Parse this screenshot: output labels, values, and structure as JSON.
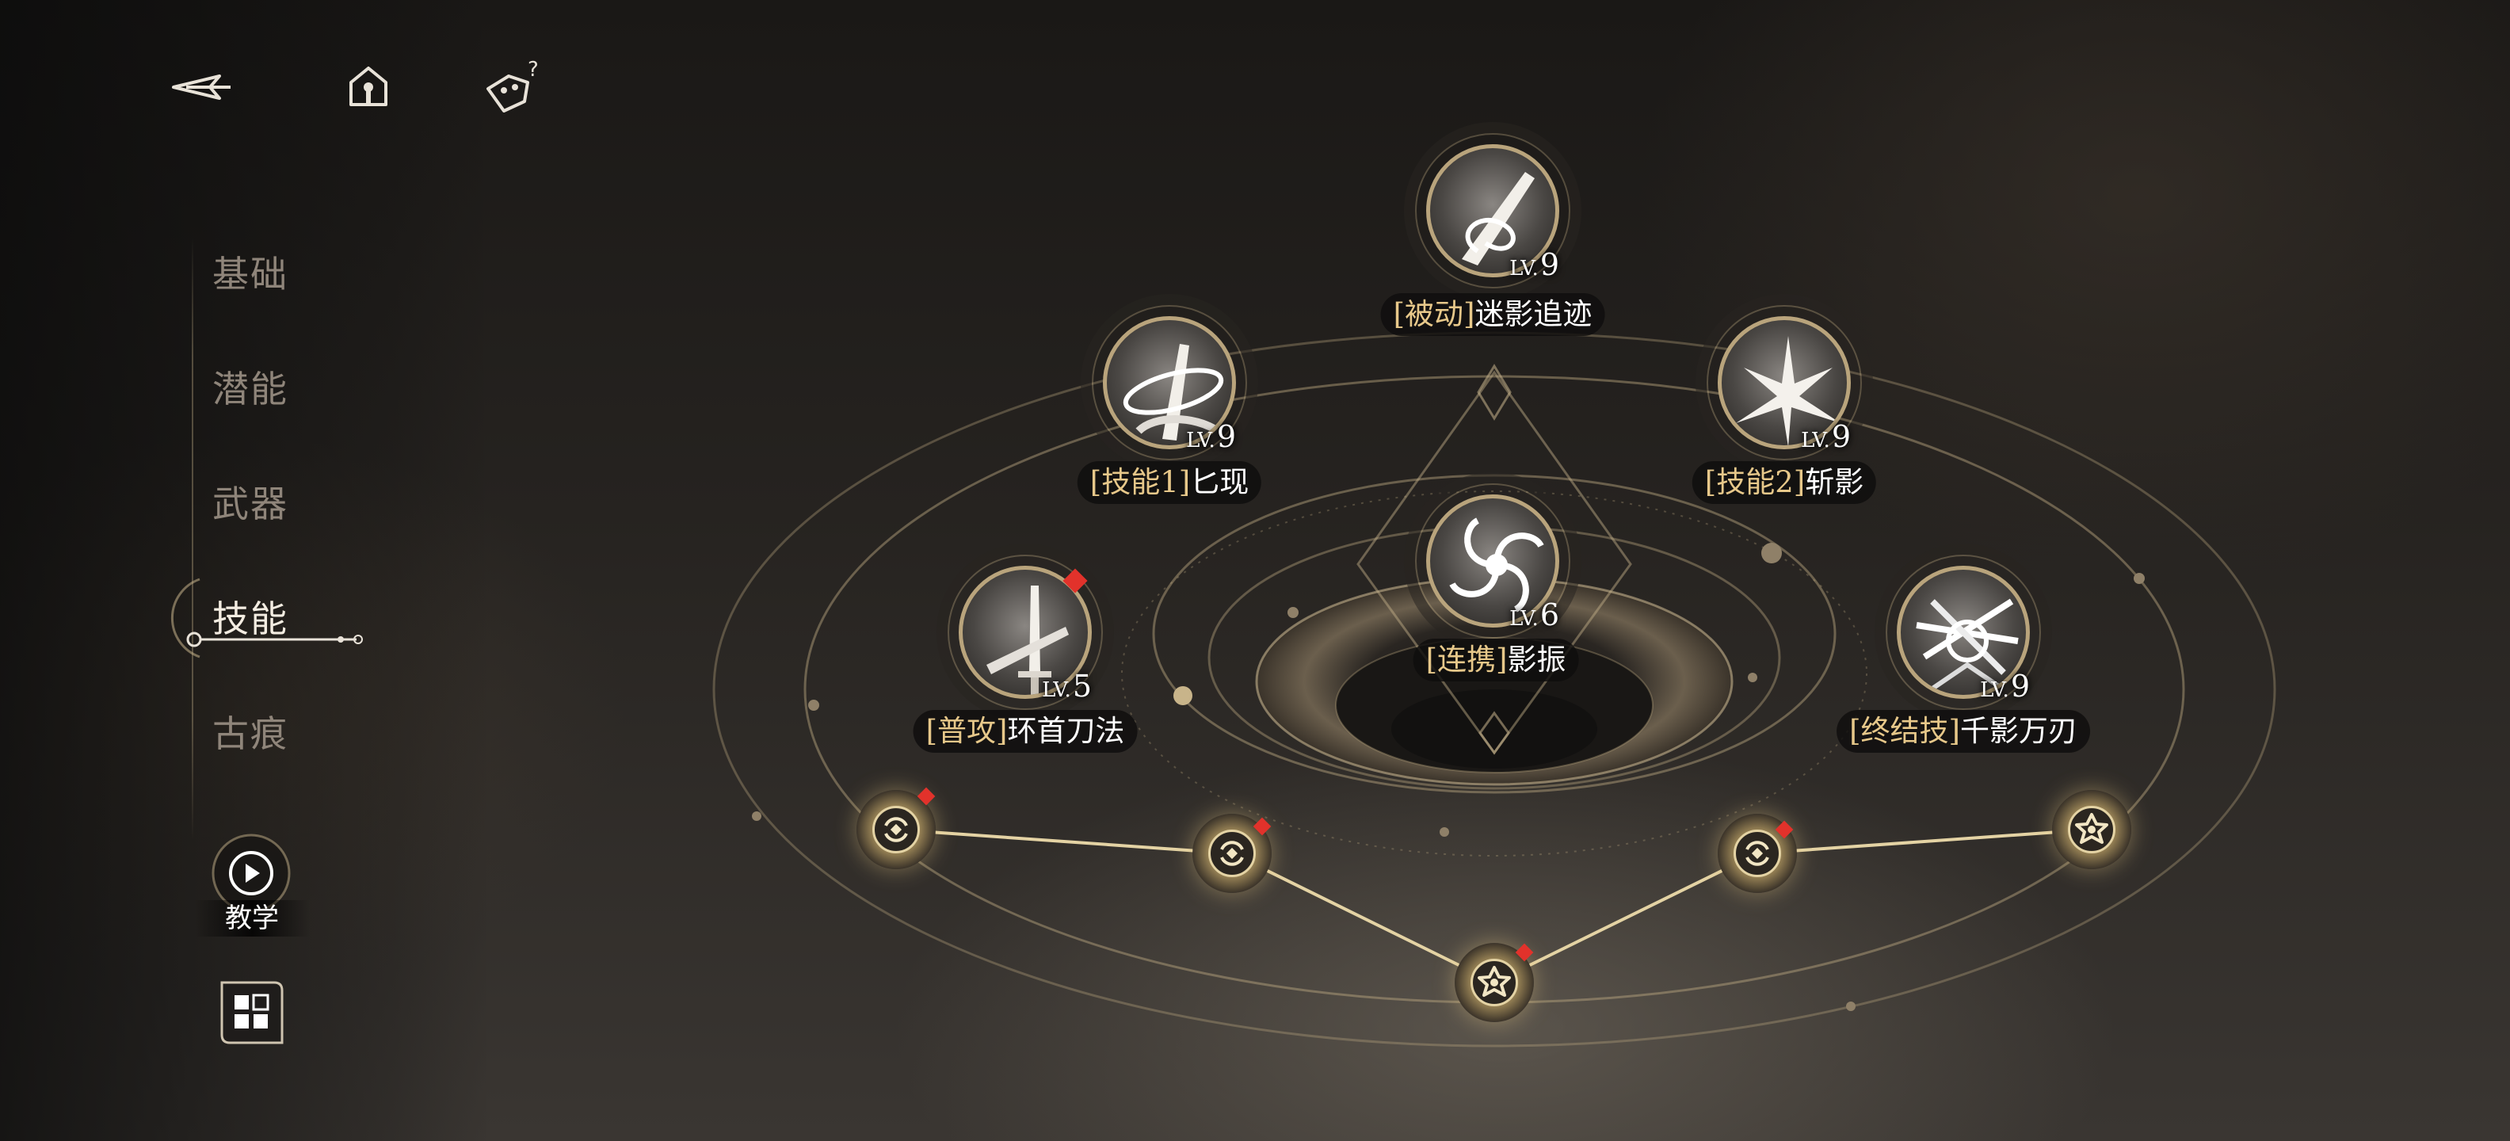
{
  "colors": {
    "gold": "#b9a47c",
    "tag_gold": "#e7c88a",
    "red_marker": "#e2322b",
    "nav_inactive": "#8f857a",
    "nav_active": "#f4ede2"
  },
  "top_bar": {
    "back_icon": "back-arrow-icon",
    "home_icon": "home-icon",
    "help_icon": "help-question-icon"
  },
  "nav": {
    "items": [
      {
        "label": "基础",
        "active": false
      },
      {
        "label": "潜能",
        "active": false
      },
      {
        "label": "武器",
        "active": false
      },
      {
        "label": "技能",
        "active": true
      },
      {
        "label": "古痕",
        "active": false
      }
    ],
    "tutorial_label": "教学",
    "tutorial_icon": "play-icon",
    "grid_icon": "grid-menu-icon"
  },
  "skills": [
    {
      "id": "passive",
      "tag": "[被动]",
      "name": "迷影追迹",
      "lv_prefix": "LV.",
      "lv": "9",
      "icon": "feather-sword-icon"
    },
    {
      "id": "skill1",
      "tag": "[技能1]",
      "name": "匕现",
      "lv_prefix": "LV.",
      "lv": "9",
      "icon": "dagger-swirl-icon"
    },
    {
      "id": "skill2",
      "tag": "[技能2]",
      "name": "斩影",
      "lv_prefix": "LV.",
      "lv": "9",
      "icon": "burst-icon"
    },
    {
      "id": "link",
      "tag": "[连携]",
      "name": "影振",
      "lv_prefix": "LV.",
      "lv": "6",
      "icon": "vortex-icon"
    },
    {
      "id": "basic",
      "tag": "[普攻]",
      "name": "环首刀法",
      "lv_prefix": "LV.",
      "lv": "5",
      "icon": "sword-icon",
      "has_alert": true
    },
    {
      "id": "ultimate",
      "tag": "[终结技]",
      "name": "千影万刃",
      "lv_prefix": "LV.",
      "lv": "9",
      "icon": "blades-storm-icon"
    }
  ],
  "nodes": [
    {
      "icon": "swap-node-icon",
      "has_alert": true
    },
    {
      "icon": "swap-node-icon",
      "has_alert": true
    },
    {
      "icon": "flower-node-icon",
      "has_alert": true
    },
    {
      "icon": "swap-node-icon",
      "has_alert": true
    },
    {
      "icon": "flower-node-icon",
      "has_alert": false
    }
  ]
}
